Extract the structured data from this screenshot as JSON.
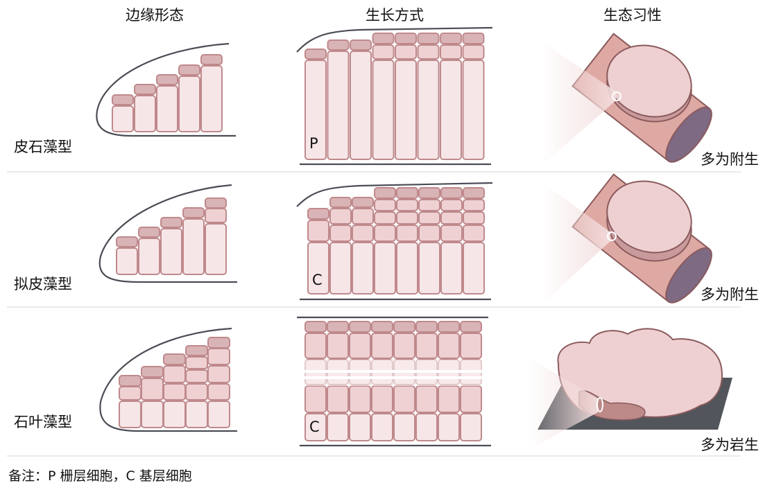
{
  "headers": [
    "边缘形态",
    "生长方式",
    "生态习性"
  ],
  "rows": [
    {
      "type": "皮石藻型",
      "habit": "多为附生",
      "cell_label": "P"
    },
    {
      "type": "拟皮藻型",
      "habit": "多为附生",
      "cell_label": "C"
    },
    {
      "type": "石叶藻型",
      "habit": "多为岩生",
      "cell_label": "C"
    }
  ],
  "note": "备注：P 栅层细胞，C 基层细胞",
  "colors": {
    "cell_light": "#f6e6e7",
    "cell_mid": "#efd1d3",
    "cell_cap": "#d9b4b6",
    "cell_stroke": "#bf898c",
    "outline": "#4a4d55",
    "disc": "#eed0d2",
    "cylinder": "#dea8a3",
    "rock": "#52565c"
  }
}
